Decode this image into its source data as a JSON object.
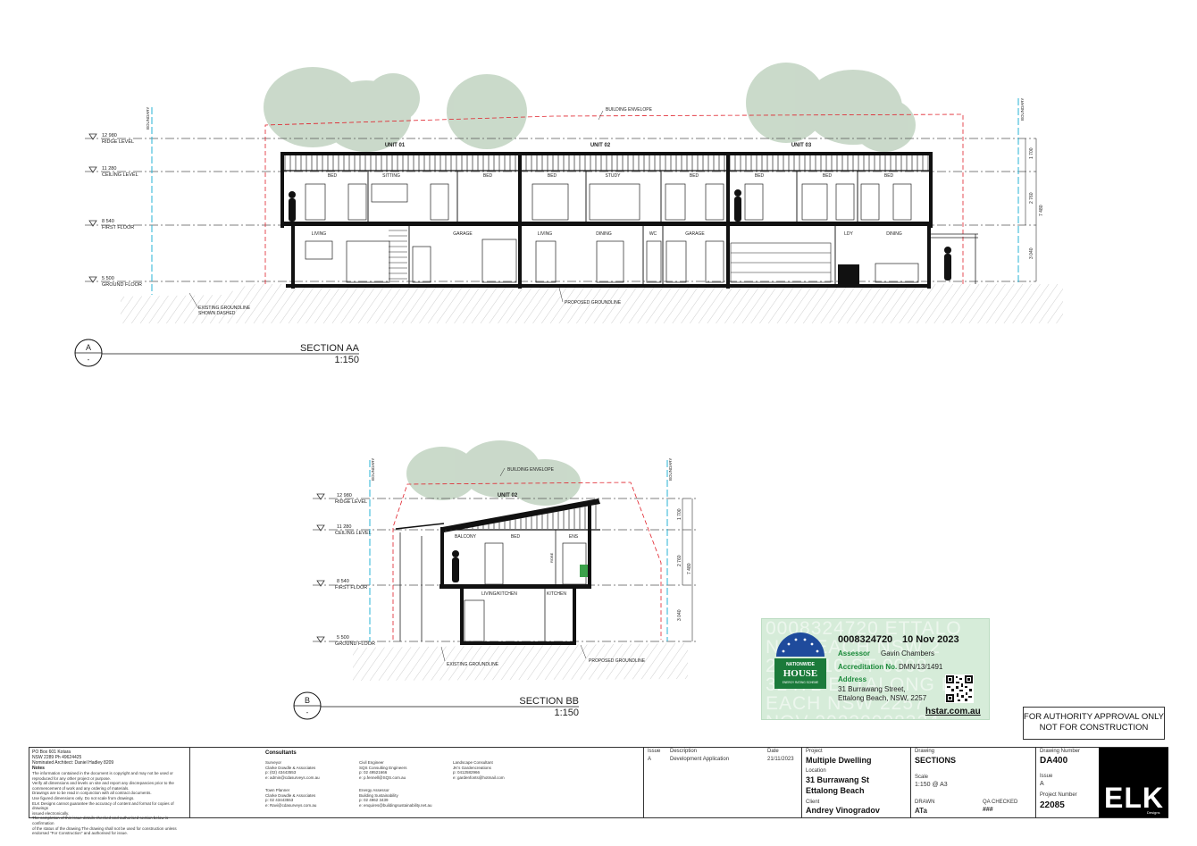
{
  "section_aa": {
    "marker_letter": "A",
    "marker_sheet": "-",
    "title": "SECTION AA",
    "scale": "1:150",
    "building_envelope": "BUILDING ENVELOPE",
    "boundary": "BOUNDARY",
    "units": [
      "UNIT 01",
      "UNIT 02",
      "UNIT 03"
    ],
    "levels": [
      {
        "value": "12 980",
        "name": "RIDGE LEVEL"
      },
      {
        "value": "11 280",
        "name": "CEILING LEVEL"
      },
      {
        "value": "8 540",
        "name": "FIRST FLOOR"
      },
      {
        "value": "5 500",
        "name": "GROUND FLOOR"
      }
    ],
    "upper_rooms": [
      "BED",
      "SITTING",
      "BED",
      "BED",
      "STUDY",
      "BED",
      "BED",
      "BED",
      "BED"
    ],
    "lower_rooms": [
      "LIVING",
      "GARAGE",
      "LIVING",
      "DINING",
      "WC",
      "GARAGE",
      "LDY",
      "DINING"
    ],
    "existing_groundline": "EXISTING GROUNDLINE",
    "shown_dashed": "SHOWN DASHED",
    "proposed_groundline": "PROPOSED GROUNDLINE",
    "dims": [
      "1 700",
      "2 760",
      "7 480",
      "3 040"
    ]
  },
  "section_bb": {
    "marker_letter": "B",
    "marker_sheet": "-",
    "title": "SECTION BB",
    "scale": "1:150",
    "building_envelope": "BUILDING ENVELOPE",
    "boundary": "BOUNDARY",
    "unit": "UNIT 02",
    "levels": [
      {
        "value": "12 980",
        "name": "RIDGE LEVEL"
      },
      {
        "value": "11 280",
        "name": "CEILING LEVEL"
      },
      {
        "value": "8 540",
        "name": "FIRST FLOOR"
      },
      {
        "value": "5 500",
        "name": "GROUND FLOOR"
      }
    ],
    "upper_rooms": [
      "BALCONY",
      "BED",
      "ENS",
      "ROBE"
    ],
    "lower_rooms": [
      "LIVING/KITCHEN",
      "KITCHEN"
    ],
    "existing_groundline": "EXISTING GROUNDLINE",
    "proposed_groundline": "PROPOSED GROUNDLINE",
    "dims": [
      "1 700",
      "2 760",
      "7 480",
      "3 040"
    ]
  },
  "nathers": {
    "certificate": "0008324720",
    "date": "10 Nov 2023",
    "assessor_label": "Assessor",
    "assessor": "Gavin Chambers",
    "accreditation_label": "Accreditation No.",
    "accreditation": "DMN/13/1491",
    "address_label": "Address",
    "address": "31 Burrawang Street, Ettalong Beach, NSW, 2257",
    "website": "hstar.com.au",
    "logo_line1": "NATIONWIDE",
    "logo_line2": "HOUSE",
    "logo_line3": "ENERGY RATING SCHEME",
    "watermark_lines": [
      "0008324720 ETTALO",
      "NG BEACH NSW 2",
      "2571010 ST 0008",
      "32472 ETTALONG B",
      "EACH NSW 2257",
      "NOV 20230008324"
    ]
  },
  "authority_note": {
    "line1": "FOR AUTHORITY APPROVAL ONLY",
    "line2": "NOT FOR CONSTRUCTION"
  },
  "title_block": {
    "office_lines": [
      "PO Box 601 Kotara",
      "NSW 2289 Ph 49624425",
      "Nominated Architect: Daniel Hadley 8209"
    ],
    "notes_title": "Notes",
    "notes_lines": [
      "The information contained in the document is copyright and may not be used or",
      "reproduced for any other project or purpose.",
      "Verify all dimensions and levels on site and report any discrepancies prior to the",
      "commencement of work and any ordering of materials.",
      "Drawings are to be read in conjunction with all contract documents.",
      "Use figured dimensions only. Do not scale from drawings.",
      "ELK Designs cannot guarantee the accuracy of content and format for copies of drawings",
      "issued electronically.",
      "The completion of this issue details checked and authorised section below is confirmation",
      "of the status of the drawing.The drawing shall not be used for construction unless",
      "endorsed \"For Construction\" and authorised for issue."
    ],
    "consultants_title": "Consultants",
    "consultants": [
      {
        "role": "Surveyor",
        "lines": [
          "Clarke Dowdle & Associates",
          "p: (02) 43443553",
          "e: admin@cdasurveys.com.au"
        ]
      },
      {
        "role": "Civil Engineer",
        "lines": [
          "SQS Consulting Engineers",
          "p: 02 49521666",
          "e: p.fennell@SQS.com.au"
        ]
      },
      {
        "role": "Landscape Consultant",
        "lines": [
          "JK's Gardencreations",
          "p: 0412582966",
          "e: gardenfonts@hotmail.com"
        ]
      },
      {
        "role": "Town Planner",
        "lines": [
          "Clarke Dowdle & Associates",
          "p: 02 43443553",
          "e: Ravi@cdasurveys.com.au"
        ]
      },
      {
        "role": "Energy Assessor",
        "lines": [
          "Building Sustainability",
          "p: 02 4962 3439",
          "e: enquires@buildingsustainability.net.au"
        ]
      }
    ],
    "issue_header": "Issue",
    "description_header": "Description",
    "date_header": "Date",
    "issues": [
      {
        "issue": "A",
        "description": "Development Application",
        "date": "21/11/2023"
      }
    ],
    "project_label": "Project",
    "project": "Multiple Dwelling",
    "location_label": "Location",
    "location_line1": "31 Burrawang St",
    "location_line2": "Ettalong Beach",
    "client_label": "Client",
    "client": "Andrey Vinogradov",
    "drawing_label": "Drawing",
    "drawing": "SECTIONS",
    "scale_label": "Scale",
    "scale": "1:150 @ A3",
    "drawn_label": "DRAWN",
    "drawn": "ATa",
    "qa_label": "QA CHECKED",
    "qa": "###",
    "drawing_number_label": "Drawing Number",
    "drawing_number": "DA400",
    "issue_label": "Issue",
    "issue": "A",
    "project_number_label": "Project Number",
    "project_number": "22085",
    "logo": "ELK",
    "logo_sub": "Designs"
  },
  "colors": {
    "envelope": "#e0202a",
    "boundary": "#27b3d6",
    "tree": "#8fae8f",
    "ground_hatch": "#bdbdbd",
    "stamp_bg": "#d6ecd9",
    "stamp_green": "#1b8a3a",
    "stamp_blue": "#1f4b9c"
  }
}
